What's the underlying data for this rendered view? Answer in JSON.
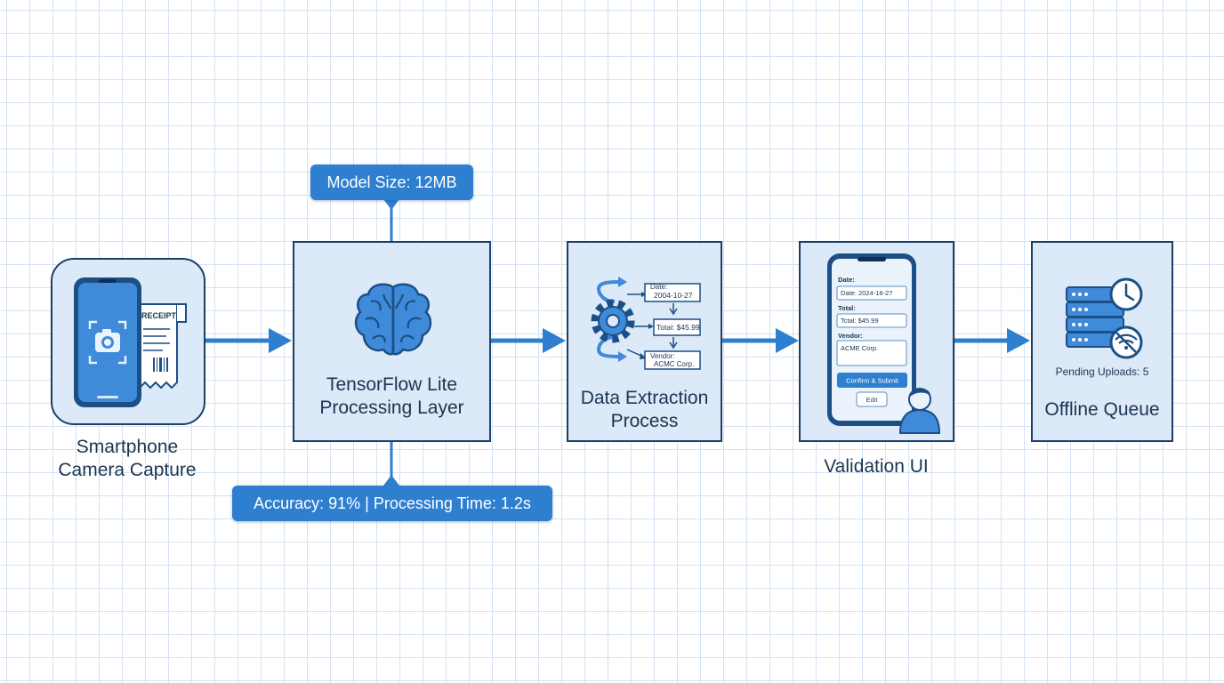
{
  "nodes": {
    "capture": {
      "label": "Smartphone\nCamera Capture",
      "receipt_title": "RECEIPT",
      "icon": "smartphone-camera-icon"
    },
    "tflite": {
      "label": "TensorFlow Lite\nProcessing Layer",
      "icon": "brain-icon"
    },
    "extraction": {
      "label": "Data Extraction\nProcess",
      "icon": "gear-icon",
      "fields": [
        {
          "key": "Date:",
          "value": "2004-10-27"
        },
        {
          "value": "Total: $45.99"
        },
        {
          "key": "Vendor:",
          "value": "ACMC Corp."
        }
      ]
    },
    "validation": {
      "label": "Validation UI",
      "icon": "user-icon",
      "form": {
        "date_label": "Date:",
        "date_value": "Date: 2024-16-27",
        "total_label": "Total:",
        "total_value": "Tctal: $45.99",
        "vendor_label": "Vendor:",
        "vendor_value": "ACME Corp.",
        "confirm_button": "Confirm & Submit",
        "edit_button": "Edit"
      }
    },
    "offline": {
      "label": "Offline Queue",
      "pending_text": "Pending Uploads: 5",
      "icons": [
        "server-stack-icon",
        "clock-icon",
        "wifi-off-icon"
      ]
    }
  },
  "annotations": {
    "model_size": "Model Size: 12MB",
    "accuracy": "Accuracy: 91% | Processing Time: 1.2s"
  },
  "colors": {
    "accent": "#2f7fd1",
    "node_fill": "#dbe9f8",
    "node_border": "#1c3f66",
    "icon_dark": "#1c4f85",
    "icon_mid": "#3f8ad9",
    "icon_light": "#b9d6f3"
  }
}
